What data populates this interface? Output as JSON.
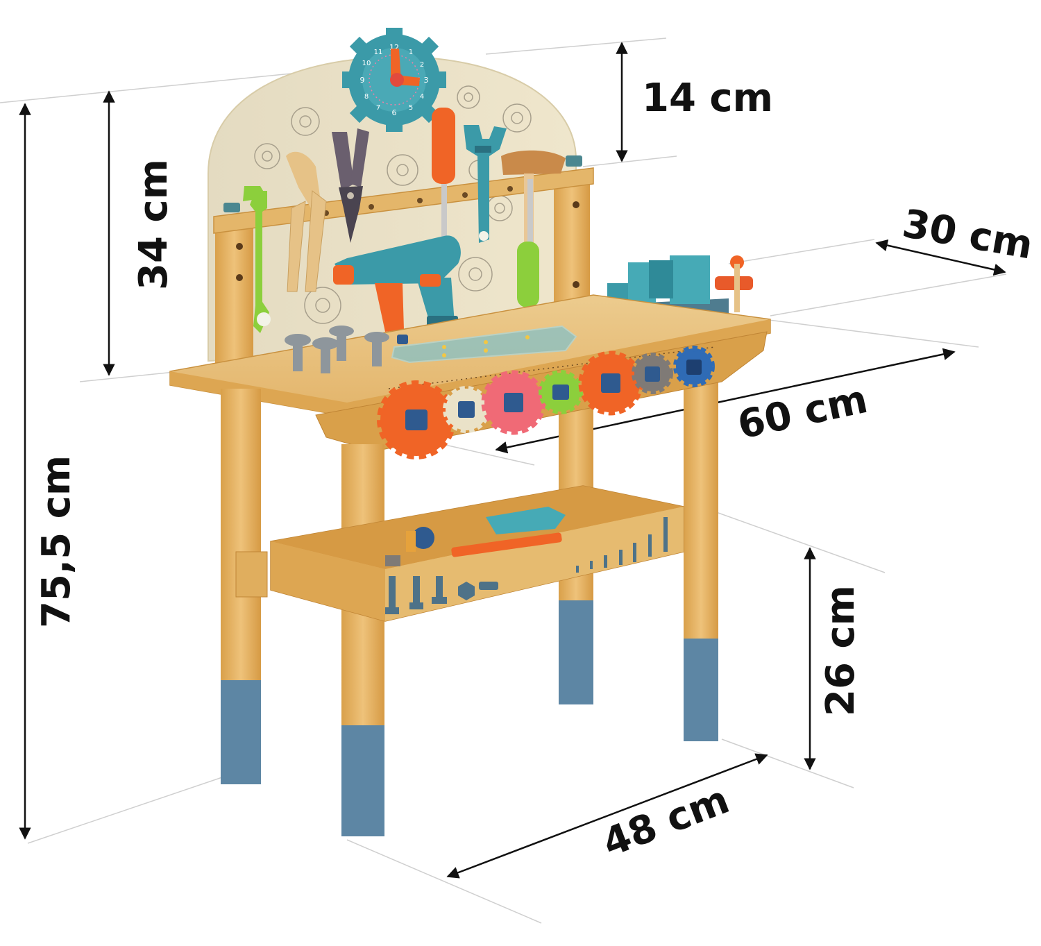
{
  "dimensions": {
    "total_height": "75,5 cm",
    "board_height": "34 cm",
    "top_clearance": "14 cm",
    "depth": "30 cm",
    "width": "60 cm",
    "shelf_height": "26 cm",
    "side_depth": "48 cm"
  },
  "colors": {
    "pine": "#e2b25f",
    "pine_dark": "#c9913f",
    "board": "#eae0c4",
    "leg_cap": "#5d86a4",
    "teal": "#3b9aa8",
    "orange": "#f06426",
    "lime": "#8ccf3c",
    "pink": "#f06a76",
    "navy": "#2f5a8f",
    "gray": "#7f7a76",
    "dim_line": "#111111",
    "guide_line": "#c9c9c9"
  },
  "clock_numbers": [
    "12",
    "1",
    "2",
    "3",
    "4",
    "5",
    "6",
    "7",
    "8",
    "9",
    "10",
    "11"
  ],
  "icons": [
    "gear-icon",
    "wrench-icon",
    "pliers-icon",
    "screwdriver-icon",
    "hammer-icon",
    "drill-icon",
    "vise-icon",
    "bolt-icon",
    "nut-icon",
    "screw-icon"
  ]
}
